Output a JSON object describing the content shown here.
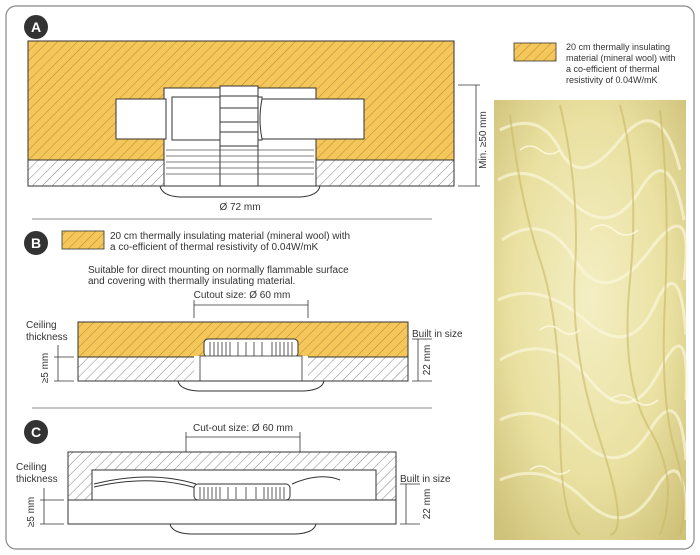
{
  "sections": {
    "a": {
      "badge": "A",
      "diameter_label": "Ø 72 mm",
      "min_label": "Min. ≥50 mm",
      "legend_line1": "20 cm thermally insulating",
      "legend_line2": "material (mineral wool) with",
      "legend_line3": "a co-efficient of thermal",
      "legend_line4": "resistivity of 0.04W/mK"
    },
    "b": {
      "badge": "B",
      "legend_line1": "20 cm thermally insulating material (mineral wool) with",
      "legend_line2": "a co-efficient of thermal resistivity of 0.04W/mK",
      "note_line1": "Suitable for direct mounting on normally flammable surface",
      "note_line2": "and covering with thermally insulating material.",
      "cutout_label": "Cutout size: Ø 60 mm",
      "ceiling_line1": "Ceiling",
      "ceiling_line2": "thickness",
      "min_thickness": "≥5 mm",
      "built_in_label": "Built in size",
      "built_in_value": "22 mm"
    },
    "c": {
      "badge": "C",
      "cutout_label": "Cut-out size: Ø 60 mm",
      "ceiling_line1": "Ceiling",
      "ceiling_line2": "thickness",
      "min_thickness": "≥5 mm",
      "built_in_label": "Built in size",
      "built_in_value": "22 mm"
    }
  },
  "colors": {
    "insulation": "#f5c75a",
    "hatch": "#b08a35",
    "line": "#333333",
    "badge": "#333333",
    "wool_base": "#ece5a6"
  }
}
